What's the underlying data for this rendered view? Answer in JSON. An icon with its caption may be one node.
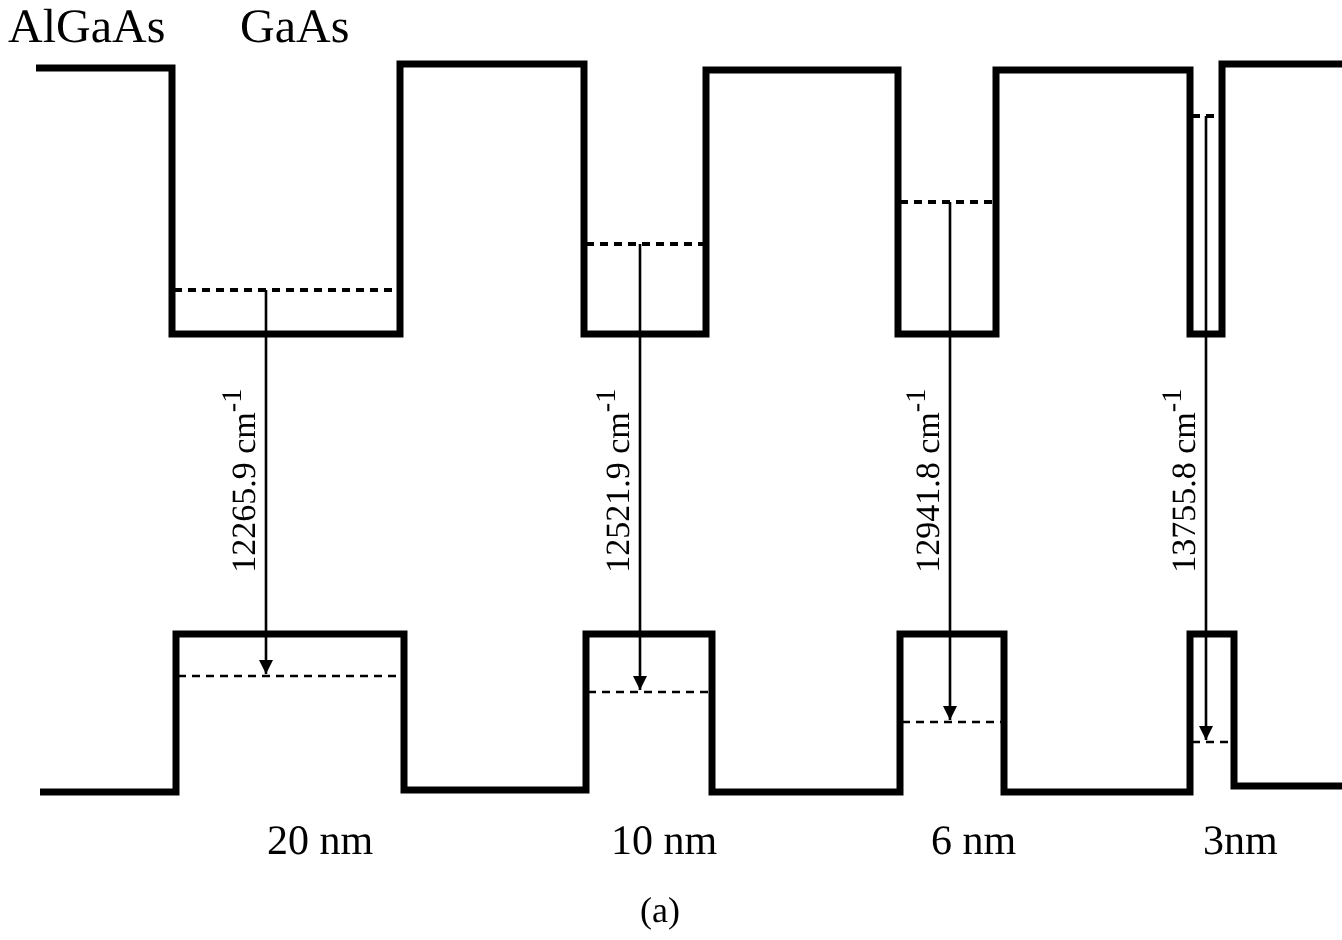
{
  "diagram": {
    "caption": "(a)",
    "labels": [
      "AlGaAs",
      "GaAs",
      "12265.9 cm$^{-1}$",
      "12521.9 cm$^{-1}$",
      "12941.8 cm$^{-1}$",
      "13755.8 cm$^{-1}$",
      "20 nm",
      "10 nm",
      "6 nm",
      "3nm"
    ]
  }
}
